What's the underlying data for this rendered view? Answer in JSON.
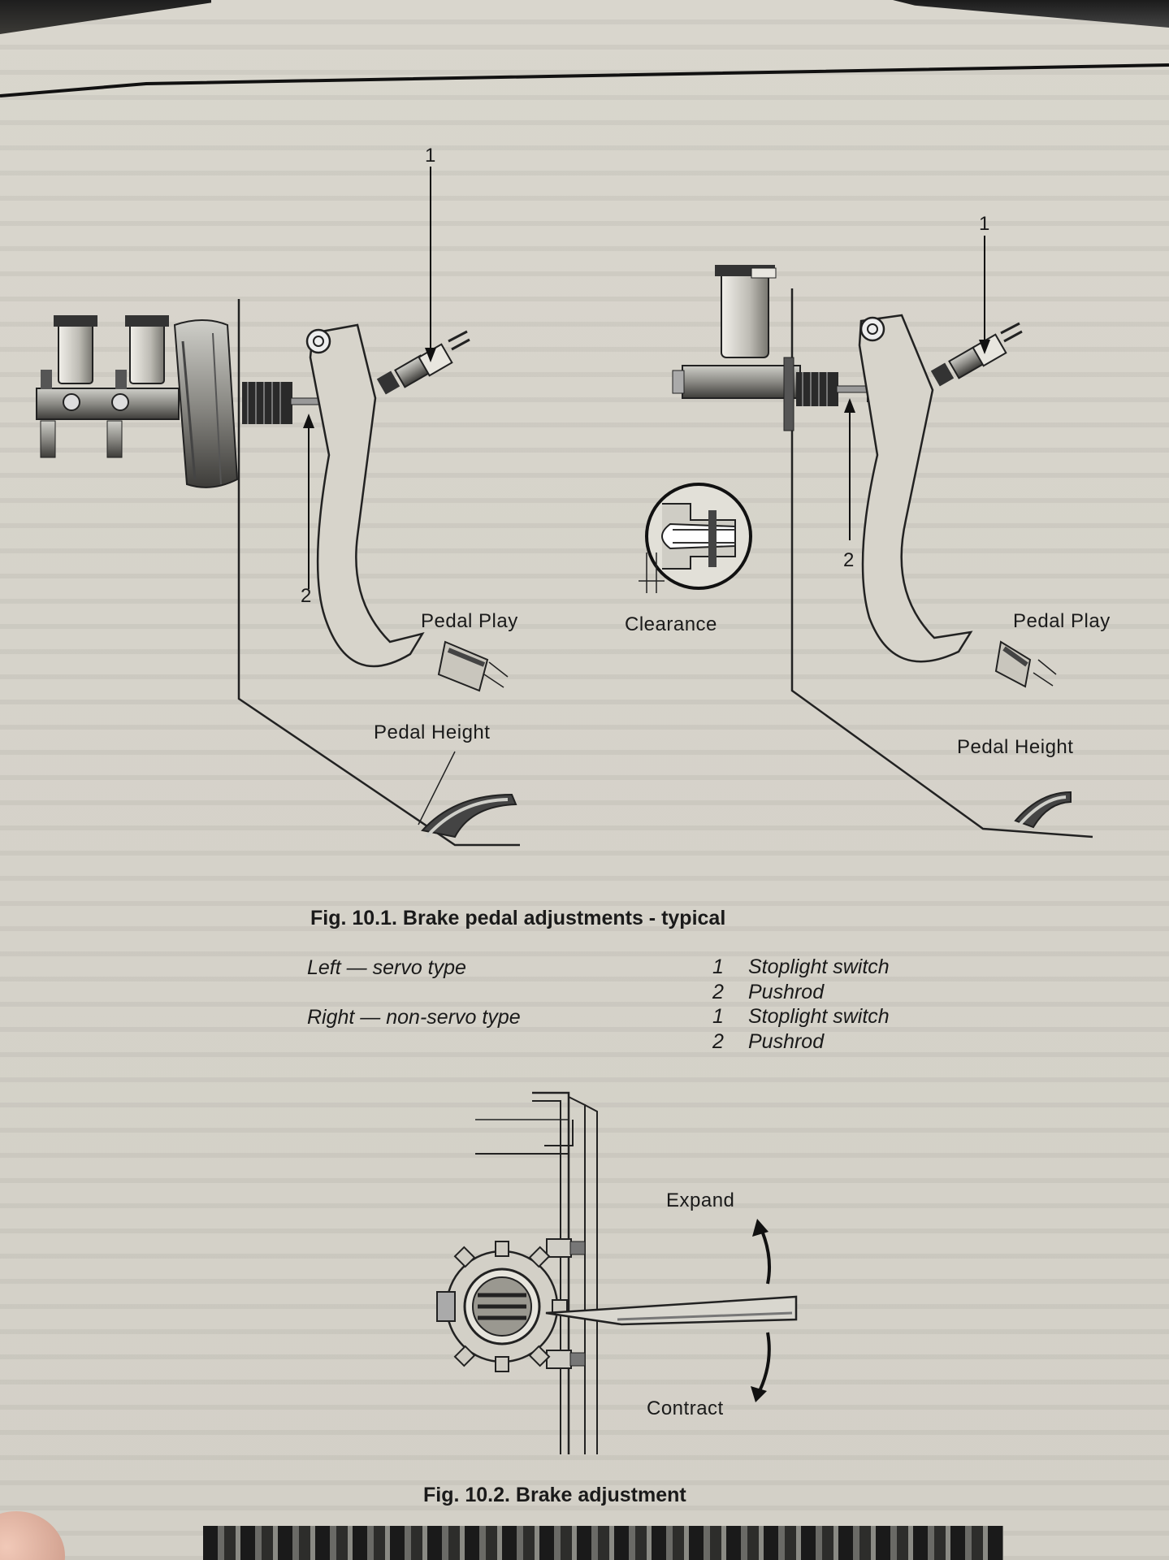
{
  "fig1": {
    "caption": "Fig. 10.1. Brake pedal adjustments - typical",
    "left": {
      "callout_1": "1",
      "callout_2": "2",
      "pedal_play": "Pedal Play",
      "pedal_height": "Pedal Height"
    },
    "right": {
      "callout_1": "1",
      "callout_2": "2",
      "clearance": "Clearance",
      "pedal_play": "Pedal Play",
      "pedal_height": "Pedal Height"
    },
    "legend": {
      "left_type": "Left — servo type",
      "right_type": "Right — non-servo type",
      "items": [
        {
          "num": "1",
          "text": "Stoplight switch"
        },
        {
          "num": "2",
          "text": "Pushrod"
        },
        {
          "num": "1",
          "text": "Stoplight switch"
        },
        {
          "num": "2",
          "text": "Pushrod"
        }
      ]
    }
  },
  "fig2": {
    "caption": "Fig. 10.2. Brake adjustment",
    "expand": "Expand",
    "contract": "Contract"
  },
  "colors": {
    "paper": "#d8d5cc",
    "ink": "#1a1a1a"
  }
}
